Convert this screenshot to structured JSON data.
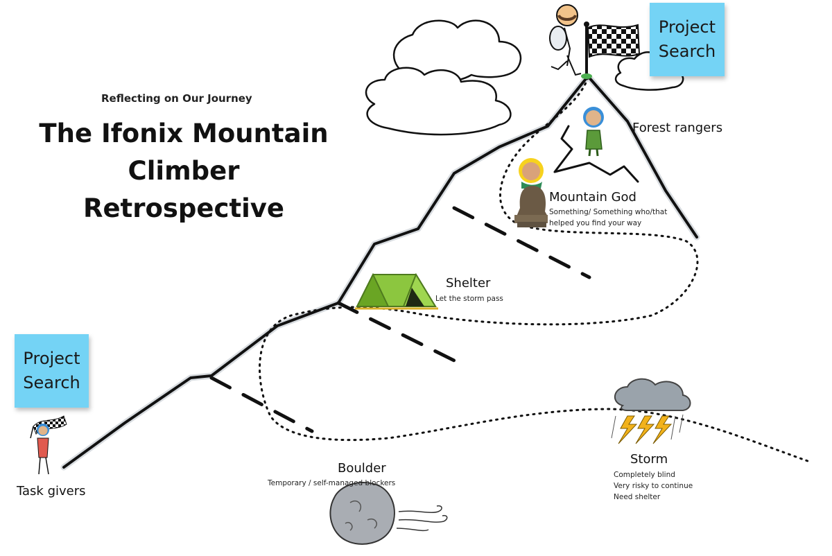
{
  "header": {
    "kicker": "Reflecting on Our Journey",
    "title": "The Ifonix Mountain Climber Retrospective"
  },
  "sticky_notes": {
    "top": "Project\nSearch",
    "left": "Project\nSearch"
  },
  "stations": {
    "task_givers": {
      "label": "Task givers"
    },
    "boulder": {
      "label": "Boulder",
      "desc": "Temporary / self-managed blockers"
    },
    "shelter": {
      "label": "Shelter",
      "desc": "Let the storm pass"
    },
    "mountain_god": {
      "label": "Mountain God",
      "desc_line1": "Something/ Something who/that",
      "desc_line2": "helped you find your way"
    },
    "forest_rangers": {
      "label": "Forest rangers"
    },
    "storm": {
      "label": "Storm",
      "desc_line1": "Completely blind",
      "desc_line2": "Very risky to continue",
      "desc_line3": "Need shelter"
    }
  },
  "colors": {
    "sticky": "#74d3f5",
    "tent": "#8cc63f",
    "storm_cloud": "#9aa3ab",
    "lightning": "#f2b21b",
    "boulder": "#a9adb3"
  },
  "icons": [
    "checkered-flag-icon",
    "hiker-icon",
    "tent-icon",
    "storm-cloud-icon",
    "boulder-icon",
    "statue-icon",
    "ranger-icon"
  ]
}
